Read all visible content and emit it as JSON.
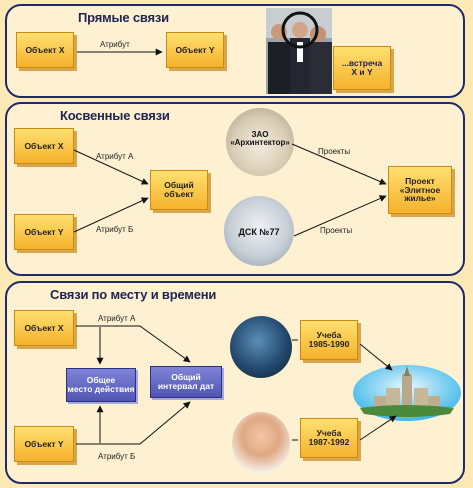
{
  "panel1": {
    "title": "Прямые связи",
    "object_x": "Объект X",
    "object_y": "Объект Y",
    "attribute": "Атрибут",
    "meeting": "...встреча\nX и Y"
  },
  "panel2": {
    "title": "Косвенные связи",
    "object_x": "Объект X",
    "object_y": "Объект Y",
    "attribute_a": "Атрибут А",
    "attribute_b": "Атрибут Б",
    "common_object": "Общий\nобъект",
    "zao": "ЗАО\n«Архинтектор»",
    "dsk": "ДСК №77",
    "projects_1": "Проекты",
    "projects_2": "Проекты",
    "project": "Проект\n«Элитное\nжилье»"
  },
  "panel3": {
    "title": "Связи по месту и времени",
    "object_x": "Объект X",
    "object_y": "Объект Y",
    "attribute_a": "Атрибут А",
    "attribute_b": "Атрибут Б",
    "common_place": "Общее\nместо действия",
    "common_interval": "Общий\nинтервал дат",
    "study_1": "Учеба\n1985-1990",
    "study_2": "Учеба\n1987-1992"
  },
  "colors": {
    "background": "#fde9b5",
    "panel_border": "#1f2a6a",
    "yellow_box": "#f8c43c",
    "blue_box": "#5a5fbe"
  }
}
